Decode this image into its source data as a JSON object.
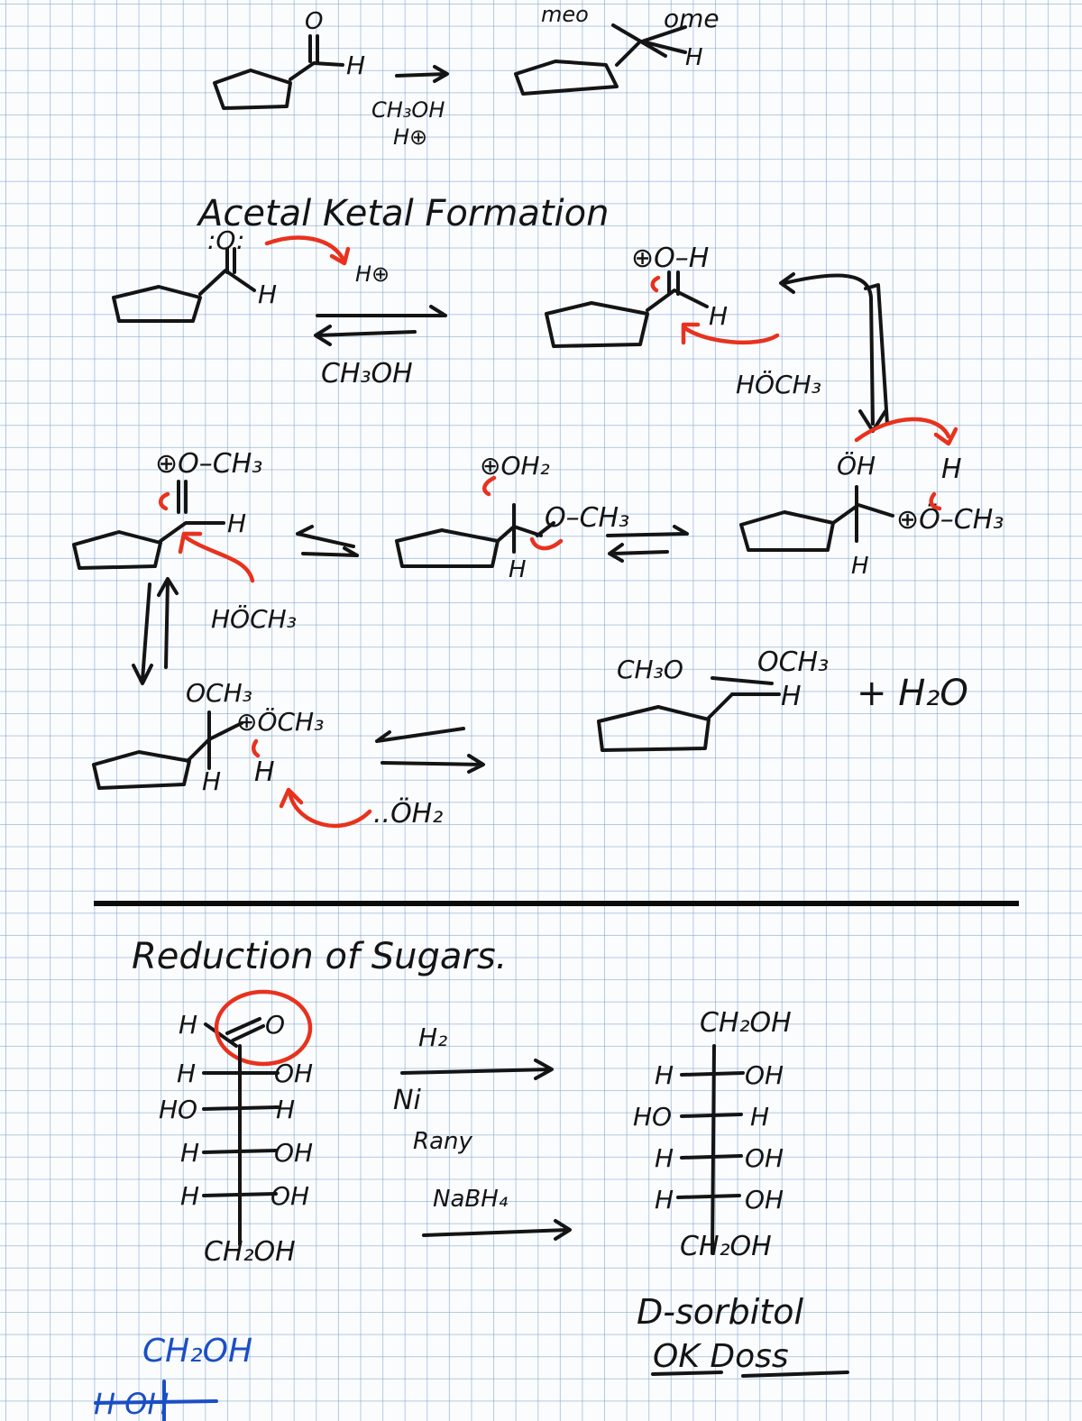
{
  "top_reaction": {
    "reactant_o": "O",
    "reactant_h": "H",
    "reagent_1": "CH₃OH",
    "reagent_2": "H⊕",
    "product_meo": "meo",
    "product_ome": "ome",
    "product_h": "H"
  },
  "acetal_section": {
    "title": "Acetal Ketal Formation",
    "step1": {
      "o": ":O:",
      "h": "H",
      "acid": "H⊕",
      "reagent": "CH₃OH"
    },
    "step2": {
      "oh_plus": "⊕O–H",
      "h": "H",
      "nucleophile": "HÖCH₃"
    },
    "step3": {
      "oh": "ÖH",
      "h_top": "H",
      "och3": "⊕Ö–CH₃",
      "h_bottom": "H"
    },
    "step4": {
      "oh2": "⊕OH₂",
      "och3": "O–CH₃",
      "h": "H"
    },
    "step5": {
      "oxocarbenium": "⊕O–CH₃",
      "h": "H",
      "nucleophile": "HÖCH₃"
    },
    "step6": {
      "och3": "OCH₃",
      "och3_plus": "⊕ÖCH₃",
      "h1": "H",
      "h2": "H",
      "water": "..ÖH₂"
    },
    "product": {
      "ch3o": "CH₃O",
      "och3": "OCH₃",
      "h": "H",
      "water": "+ H₂O"
    }
  },
  "sugar_section": {
    "title": "Reduction of Sugars.",
    "reactant": {
      "top_h": "H",
      "top_o": "O",
      "rows": [
        {
          "left": "H",
          "right": "OH"
        },
        {
          "left": "HO",
          "right": "H"
        },
        {
          "left": "H",
          "right": "OH"
        },
        {
          "left": "H",
          "right": "OH"
        }
      ],
      "bottom": "CH₂OH"
    },
    "reagent_top": "H₂",
    "reagent_mid1": "Ni",
    "reagent_mid2": "Rany",
    "reagent_bottom": "NaBH₄",
    "product": {
      "top": "CH₂OH",
      "rows": [
        {
          "left": "H",
          "right": "OH"
        },
        {
          "left": "HO",
          "right": "H"
        },
        {
          "left": "H",
          "right": "OH"
        },
        {
          "left": "H",
          "right": "OH"
        }
      ],
      "bottom": "CH₂OH"
    },
    "product_name": "D-sorbitol",
    "product_note": "OK Doss",
    "blue_partial": {
      "top": "CH₂OH",
      "row": "H  OH"
    }
  },
  "colors": {
    "ink": "#141414",
    "arrow_red": "#e8321e",
    "blue_ink": "#1a4fc4",
    "grid": "#78a0c8"
  }
}
